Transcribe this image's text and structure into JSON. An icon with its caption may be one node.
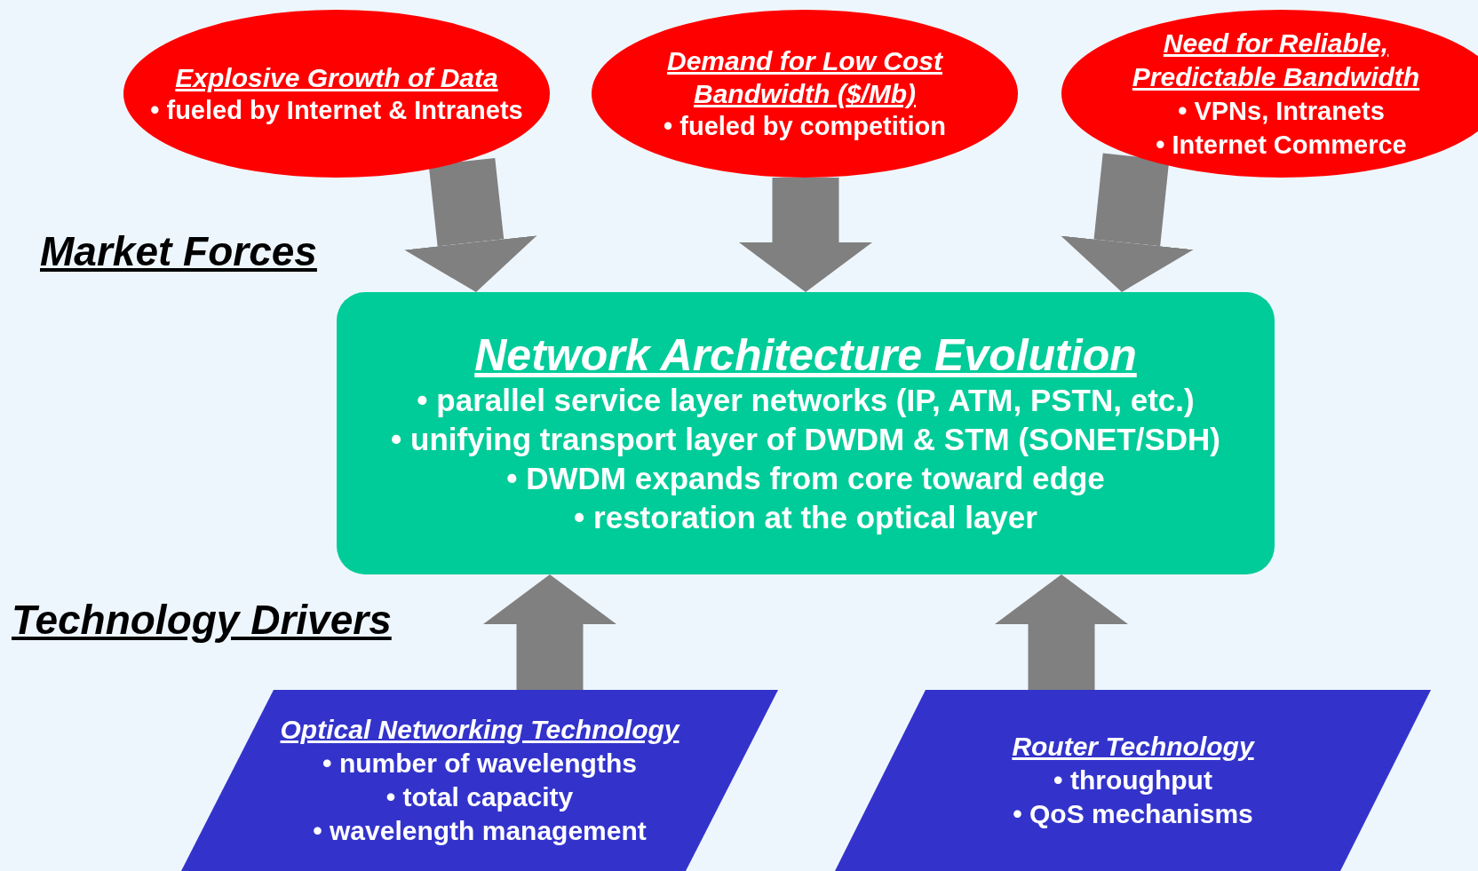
{
  "diagram": {
    "nodes": [
      {
        "text": [
          "Explosive Growth of Data",
          "• fueled by Internet & Intranets"
        ]
      },
      {
        "text": [
          "Demand for Low Cost Bandwidth ($/Mb)",
          "• fueled by competition"
        ]
      },
      {
        "text": [
          "Need for Reliable, Predictable Bandwidth",
          "• VPNs, Intranets",
          "• Internet Commerce"
        ]
      },
      {
        "text": [
          "Network Architecture Evolution",
          "• parallel service layer networks (IP, ATM, PSTN, etc.)",
          "• unifying transport layer of DWDM & STM (SONET/SDH)",
          "• DWDM expands from core toward edge",
          "• restoration at the optical layer"
        ]
      },
      {
        "text": [
          "Optical Networking Technology",
          "• number of wavelengths",
          "• total capacity",
          "• wavelength management"
        ]
      },
      {
        "text": [
          "Router Technology",
          "• throughput",
          "• QoS mechanisms"
        ]
      }
    ],
    "edges": [
      {
        "from": 0,
        "to": 3,
        "arrow": "to"
      },
      {
        "from": 1,
        "to": 3,
        "arrow": "to"
      },
      {
        "from": 2,
        "to": 3,
        "arrow": "to"
      },
      {
        "from": 4,
        "to": 3,
        "arrow": "to"
      },
      {
        "from": 5,
        "to": 3,
        "arrow": "to"
      }
    ],
    "labels": [
      "Market Forces",
      "Technology Drivers"
    ]
  }
}
